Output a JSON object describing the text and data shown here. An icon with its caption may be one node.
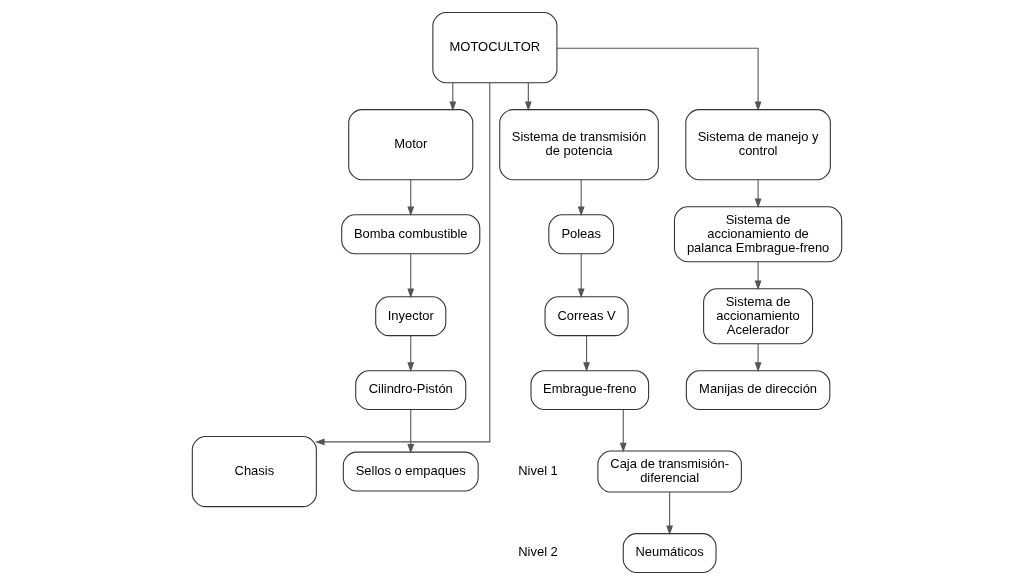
{
  "diagram": {
    "nodes": [
      {
        "text": [
          "MOTOCULTOR"
        ]
      },
      {
        "text": [
          "Chasis"
        ]
      },
      {
        "text": [
          "Motor"
        ]
      },
      {
        "text": [
          "Sistema de transmisión de potencia"
        ]
      },
      {
        "text": [
          "Sistema de manejo y control"
        ]
      },
      {
        "text": [
          "Bomba combustible"
        ]
      },
      {
        "text": [
          "Inyector"
        ]
      },
      {
        "text": [
          "Cilindro-Pistón"
        ]
      },
      {
        "text": [
          "Sellos o empaques"
        ]
      },
      {
        "text": [
          "Poleas"
        ]
      },
      {
        "text": [
          "Correas V"
        ]
      },
      {
        "text": [
          "Embrague-freno"
        ]
      },
      {
        "text": [
          "Caja de transmisión-diferencial"
        ]
      },
      {
        "text": [
          "Neumáticos"
        ]
      },
      {
        "text": [
          "Sistema de accionamiento de palanca Embrague-freno"
        ]
      },
      {
        "text": [
          "Sistema de accionamiento Acelerador"
        ]
      },
      {
        "text": [
          "Manijas de dirección"
        ]
      }
    ],
    "edges": [
      {
        "from": 0,
        "to": 1,
        "arrow": "to"
      },
      {
        "from": 0,
        "to": 2,
        "arrow": "to"
      },
      {
        "from": 0,
        "to": 3,
        "arrow": "to"
      },
      {
        "from": 0,
        "to": 4,
        "arrow": "to"
      },
      {
        "from": 2,
        "to": 5,
        "arrow": "to"
      },
      {
        "from": 5,
        "to": 6,
        "arrow": "to"
      },
      {
        "from": 6,
        "to": 7,
        "arrow": "to"
      },
      {
        "from": 7,
        "to": 8,
        "arrow": "to"
      },
      {
        "from": 3,
        "to": 9,
        "arrow": "to"
      },
      {
        "from": 9,
        "to": 10,
        "arrow": "to"
      },
      {
        "from": 10,
        "to": 11,
        "arrow": "to"
      },
      {
        "from": 11,
        "to": 12,
        "arrow": "to"
      },
      {
        "from": 12,
        "to": 13,
        "arrow": "to"
      },
      {
        "from": 4,
        "to": 14,
        "arrow": "to"
      },
      {
        "from": 14,
        "to": 15,
        "arrow": "to"
      },
      {
        "from": 15,
        "to": 16,
        "arrow": "to"
      }
    ],
    "labels": [
      "Nivel 1",
      "Nivel 2"
    ]
  }
}
